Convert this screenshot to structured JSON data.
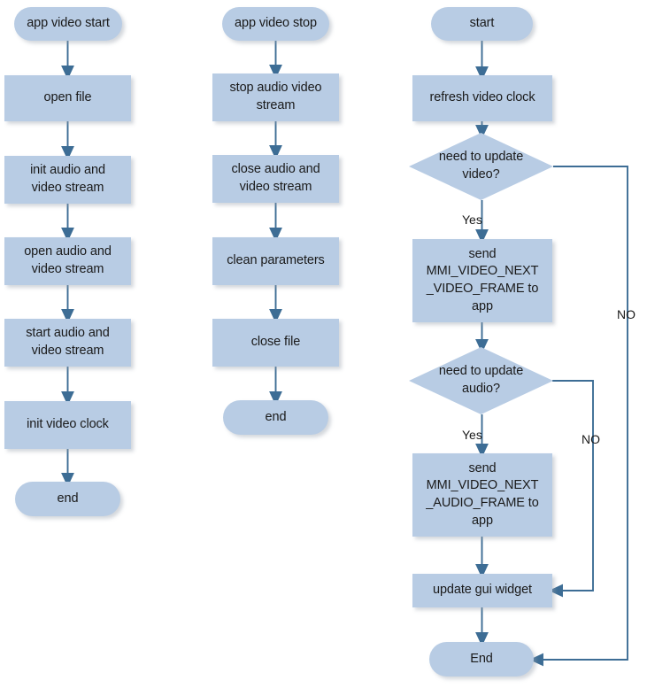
{
  "diagram": {
    "title": "app video start / stop / playback loop flowchart",
    "colors": {
      "node_fill": "#b8cce4",
      "connector": "#3d6d95",
      "text": "#1a1a1a",
      "background": "#ffffff"
    },
    "columns": [
      {
        "name": "app-video-start-flow",
        "nodes": [
          {
            "id": "c1n1",
            "type": "terminator",
            "text": "app video start"
          },
          {
            "id": "c1n2",
            "type": "process",
            "text": "open file"
          },
          {
            "id": "c1n3",
            "type": "process",
            "text": "init audio and\nvideo stream"
          },
          {
            "id": "c1n4",
            "type": "process",
            "text": "open audio and\nvideo stream"
          },
          {
            "id": "c1n5",
            "type": "process",
            "text": "start audio and\nvideo stream"
          },
          {
            "id": "c1n6",
            "type": "process",
            "text": "init video clock"
          },
          {
            "id": "c1n7",
            "type": "terminator",
            "text": "end"
          }
        ]
      },
      {
        "name": "app-video-stop-flow",
        "nodes": [
          {
            "id": "c2n1",
            "type": "terminator",
            "text": "app video stop"
          },
          {
            "id": "c2n2",
            "type": "process",
            "text": "stop audio video\nstream"
          },
          {
            "id": "c2n3",
            "type": "process",
            "text": "close audio and\nvideo stream"
          },
          {
            "id": "c2n4",
            "type": "process",
            "text": "clean parameters"
          },
          {
            "id": "c2n5",
            "type": "process",
            "text": "close file"
          },
          {
            "id": "c2n6",
            "type": "terminator",
            "text": "end"
          }
        ]
      },
      {
        "name": "video-refresh-loop-flow",
        "nodes": [
          {
            "id": "c3n1",
            "type": "terminator",
            "text": "start"
          },
          {
            "id": "c3n2",
            "type": "process",
            "text": "refresh video clock"
          },
          {
            "id": "c3n3",
            "type": "decision",
            "text": "need to update\nvideo?"
          },
          {
            "id": "c3n4",
            "type": "process",
            "text": "send\nMMI_VIDEO_NEXT\n_VIDEO_FRAME to\napp"
          },
          {
            "id": "c3n5",
            "type": "decision",
            "text": "need to update\naudio?"
          },
          {
            "id": "c3n6",
            "type": "process",
            "text": "send\nMMI_VIDEO_NEXT\n_AUDIO_FRAME to\napp"
          },
          {
            "id": "c3n7",
            "type": "process",
            "text": "update gui widget"
          },
          {
            "id": "c3n8",
            "type": "terminator",
            "text": "End"
          }
        ]
      }
    ],
    "edge_labels": [
      {
        "id": "lbl-video-yes",
        "text": "Yes"
      },
      {
        "id": "lbl-video-no",
        "text": "NO"
      },
      {
        "id": "lbl-audio-yes",
        "text": "Yes"
      },
      {
        "id": "lbl-audio-no",
        "text": "NO"
      }
    ]
  }
}
